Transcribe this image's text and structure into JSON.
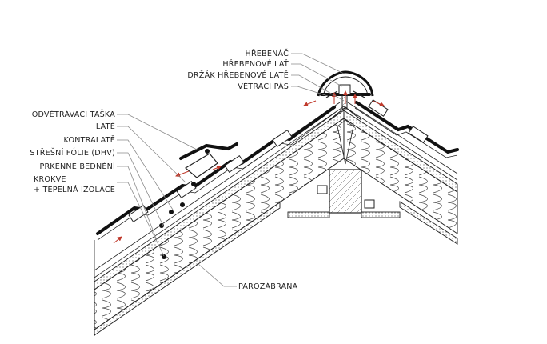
{
  "labels": {
    "hrebenac": "HŘEBENÁČ",
    "hrebenove_late": "HŘEBENOVÉ LAŤ",
    "drzak_hrebenove_late": "DRŽÁK HŘEBENOVÉ LATĚ",
    "vetraci_pas": "VĚTRACÍ PÁS",
    "odvetravaci_taska": "ODVĚTRÁVACÍ TAŠKA",
    "late": "LATĚ",
    "kontralate": "KONTRALATĚ",
    "stresni_folie": "STŘEŠNÍ FÓLIE (DHV)",
    "prkenne_bedneni": "PRKENNÉ BEDNĚNÍ",
    "krokve_line1": "KROKVE",
    "krokve_line2": "+ TEPELNÁ IZOLACE",
    "parozabrana": "PAROZÁBRANA"
  },
  "colors": {
    "line": "#222222",
    "leader": "#8a8a8a",
    "airflow_arrow": "#c0392b"
  }
}
